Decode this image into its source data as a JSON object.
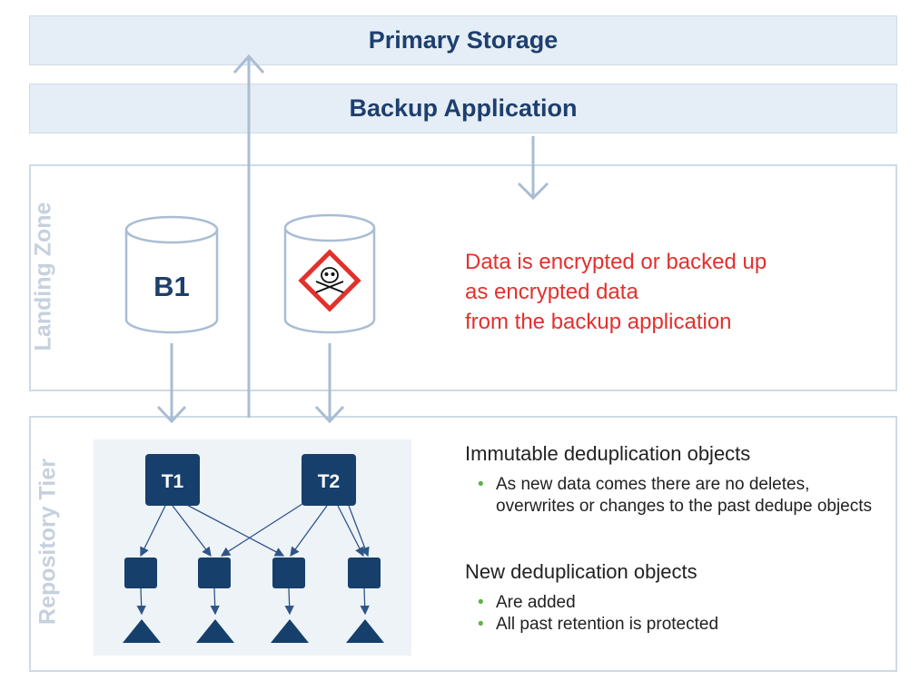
{
  "primary_storage": {
    "title": "Primary Storage"
  },
  "backup_application": {
    "title": "Backup Application"
  },
  "landing_zone": {
    "label": "Landing Zone",
    "disk_b1_label": "B1",
    "warning_icon": "skull-crossbones-hazard-icon",
    "notice_lines": [
      "Data is encrypted or backed up",
      "as encrypted data",
      "from the backup application"
    ],
    "notice_color": "#e3302d"
  },
  "repository_tier": {
    "label": "Repository Tier",
    "tier_nodes": [
      "T1",
      "T2"
    ],
    "immutable": {
      "heading": "Immutable deduplication objects",
      "bullets": [
        "As new data comes there are no deletes, overwrites or changes to the past dedupe objects"
      ]
    },
    "new_objects": {
      "heading": "New deduplication objects",
      "bullets": [
        "Are added",
        "All past retention is protected"
      ]
    }
  },
  "colors": {
    "accent": "#1e3f6e",
    "node": "#163f6b",
    "band": "#e5eef6",
    "muted_label": "#c6d1de",
    "bullet": "#5fb148"
  }
}
